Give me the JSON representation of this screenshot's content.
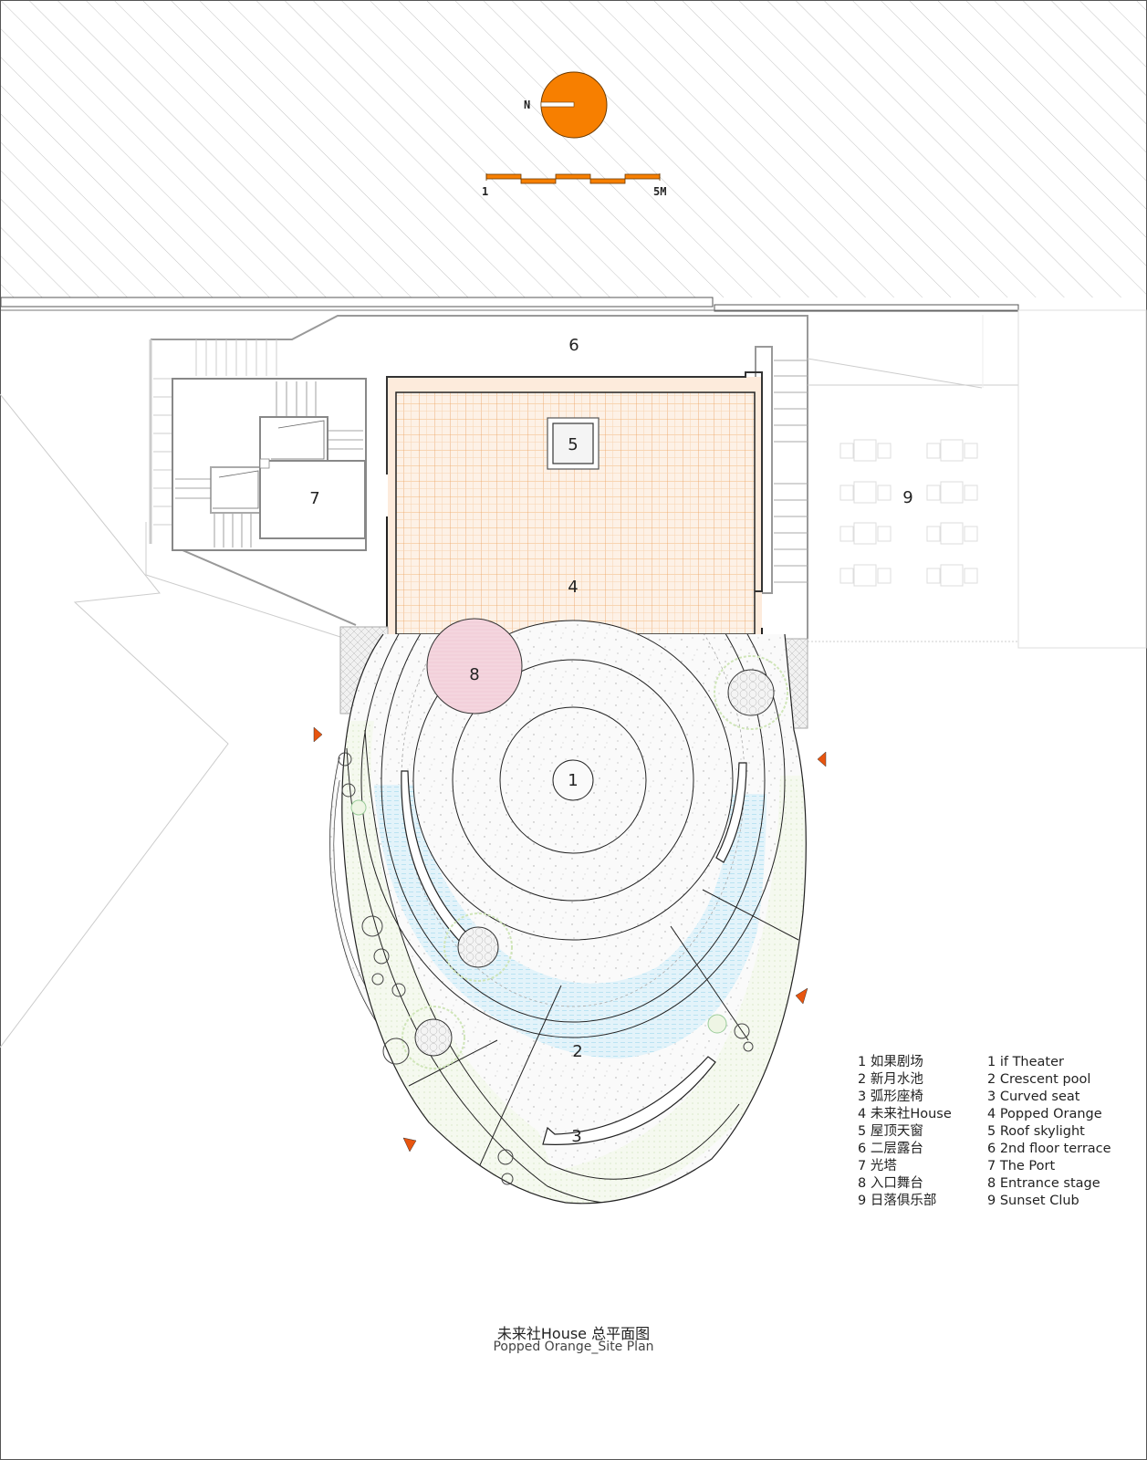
{
  "drawing": {
    "title_zh": "未来社House 总平面图",
    "title_en": "Popped Orange_Site Plan"
  },
  "north_arrow": {
    "label": "N",
    "color": "#f77f00"
  },
  "scale_bar": {
    "start_label": "1",
    "end_label": "5M",
    "segments": 5,
    "color": "#f77f00"
  },
  "zones": [
    {
      "id": "1",
      "number": "1"
    },
    {
      "id": "2",
      "number": "2"
    },
    {
      "id": "3",
      "number": "3"
    },
    {
      "id": "4",
      "number": "4"
    },
    {
      "id": "5",
      "number": "5"
    },
    {
      "id": "6",
      "number": "6"
    },
    {
      "id": "7",
      "number": "7"
    },
    {
      "id": "8",
      "number": "8"
    },
    {
      "id": "9",
      "number": "9"
    }
  ],
  "legend": {
    "zh": [
      "1 如果剧场",
      "2 新月水池",
      "3 弧形座椅",
      "4 未来社House",
      "5 屋顶天窗",
      "6 二层露台",
      "7 光塔",
      "8 入口舞台",
      "9 日落俱乐部"
    ],
    "en": [
      "1 if Theater",
      "2 Crescent pool",
      "3 Curved seat",
      "4 Popped Orange",
      "5 Roof skylight",
      "6 2nd floor terrace",
      "7 The Port",
      "8 Entrance stage",
      "9 Sunset Club"
    ]
  },
  "colors": {
    "accent_orange": "#f77f00",
    "entrance_marker": "#e8550f",
    "building_fill": "#fde9d8",
    "grid_line": "#f0a050",
    "stage_pink": "#f3d3dc",
    "pool_blue": "#d6eef7",
    "planting_green": "#eef5e4",
    "hatch": "#bbbbbb"
  }
}
